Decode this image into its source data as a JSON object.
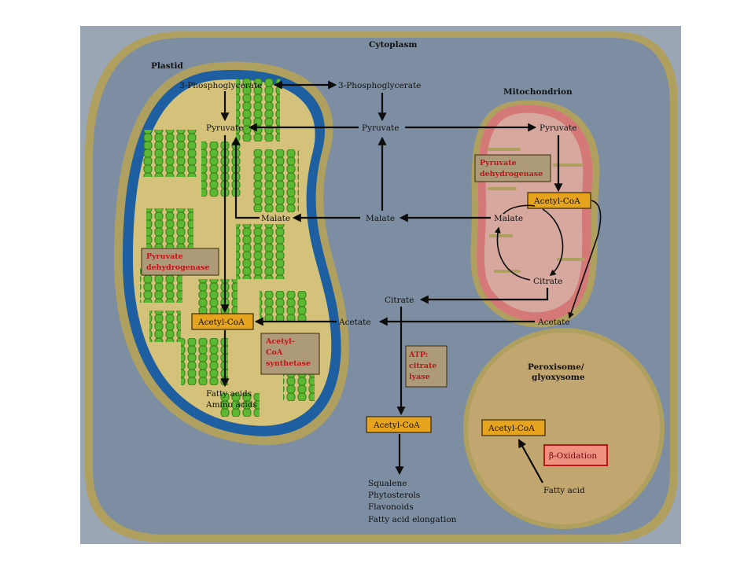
{
  "compartments": {
    "cytoplasm": "Cytoplasm",
    "plastid": "Plastid",
    "mitochondrion": "Mitochondrion",
    "peroxisome_line1": "Peroxisome/",
    "peroxisome_line2": "glyoxysome"
  },
  "metabolites": {
    "plastid_3pg": "3-Phosphoglycerate",
    "cyto_3pg": "3-Phosphoglycerate",
    "plastid_pyruvate": "Pyruvate",
    "cyto_pyruvate": "Pyruvate",
    "mito_pyruvate": "Pyruvate",
    "plastid_malate": "Malate",
    "cyto_malate": "Malate",
    "mito_malate": "Malate",
    "mito_citrate": "Citrate",
    "cyto_citrate": "Citrate",
    "cyto_acetate": "Acetate",
    "mito_acetate": "Acetate",
    "plastid_acetyl_coa": "Acetyl-CoA",
    "mito_acetyl_coa": "Acetyl-CoA",
    "cyto_acetyl_coa": "Acetyl-CoA",
    "perox_acetyl_coa": "Acetyl-CoA",
    "perox_fatty_acid": "Fatty acid"
  },
  "enzymes": {
    "plastid_pdh_line1": "Pyruvate",
    "plastid_pdh_line2": "dehydrogenase",
    "mito_pdh_line1": "Pyruvate",
    "mito_pdh_line2": "dehydrogenase",
    "acs_line1": "Acetyl-",
    "acs_line2": "CoA",
    "acs_line3": "synthetase",
    "acl_line1": "ATP:",
    "acl_line2": "citrate",
    "acl_line3": "lyase",
    "beta_oxidation": "β-Oxidation"
  },
  "products": {
    "plastid": [
      "Fatty acids",
      "Amino acids"
    ],
    "cytoplasm": [
      "Squalene",
      "Phytosterols",
      "Flavonoids",
      "Fatty acid elongation"
    ]
  },
  "colors": {
    "cell_wall": "#b0a060",
    "cytoplasm": "#7e8ea2",
    "plastid_membrane": "#1d5fa0",
    "plastid_stroma": "#d4c27a",
    "thylakoid": "#55b02a",
    "mito_outer": "#d47878",
    "mito_matrix": "#d6a89e",
    "peroxisome": "#c2a670",
    "acetyl_coa_box": "#e6a31e",
    "enzyme_box": "#ad9a78",
    "enzyme_text": "#c0161a",
    "beta_box": "#f09080"
  }
}
